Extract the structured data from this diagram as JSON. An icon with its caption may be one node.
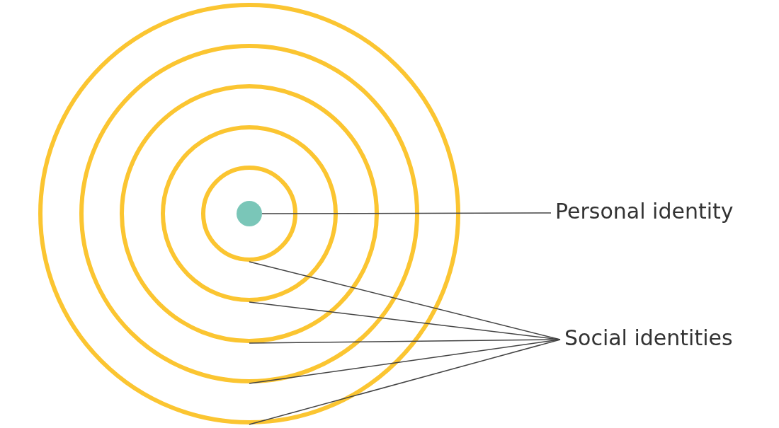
{
  "diagram": {
    "nodes": [
      {
        "text": [],
        "shape": "circle"
      },
      {
        "text": [],
        "shape": "circle",
        "in": 0
      },
      {
        "text": [],
        "shape": "circle",
        "in": 1
      },
      {
        "text": [],
        "shape": "circle",
        "in": 2
      },
      {
        "text": [],
        "shape": "circle",
        "in": 3
      },
      {
        "text": [],
        "shape": "circle",
        "in": 4
      },
      {
        "text": [
          "Personal identity"
        ]
      },
      {
        "text": [
          "Social identities"
        ]
      }
    ],
    "edges": [
      {
        "from": 6,
        "to": 5,
        "arrow": "none"
      },
      {
        "from": 7,
        "to": 4,
        "arrow": "none"
      },
      {
        "from": 7,
        "to": 3,
        "arrow": "none"
      },
      {
        "from": 7,
        "to": 2,
        "arrow": "none"
      },
      {
        "from": 7,
        "to": 1,
        "arrow": "none"
      },
      {
        "from": 7,
        "to": 0,
        "arrow": "none"
      }
    ]
  }
}
